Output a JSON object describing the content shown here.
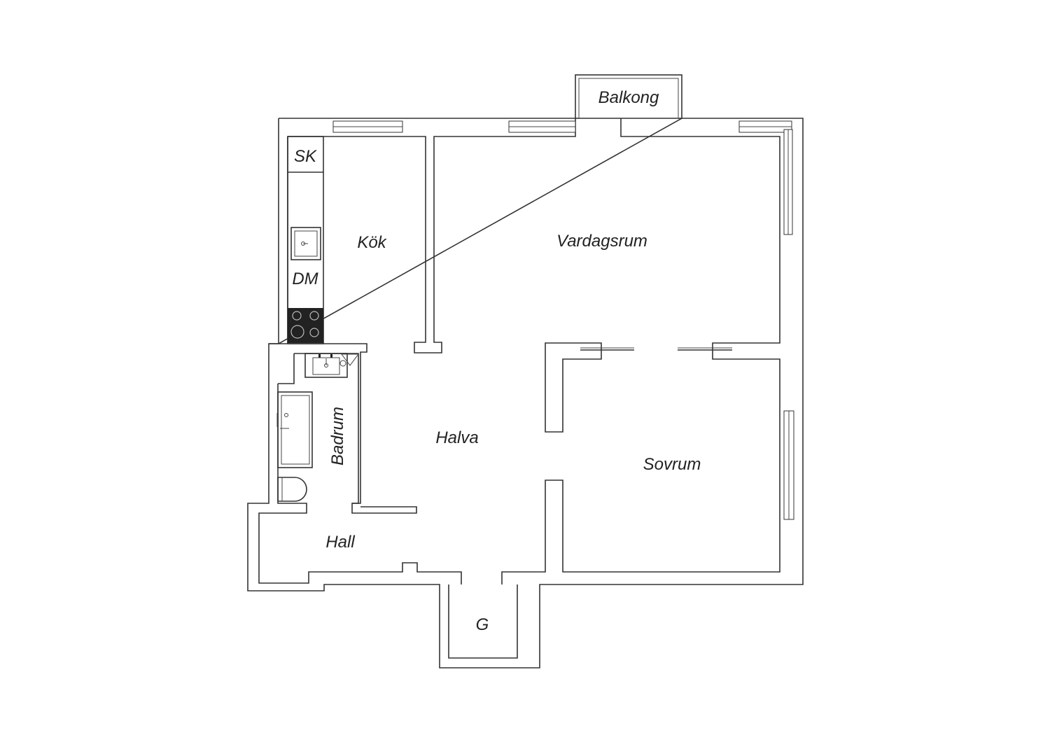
{
  "rooms": {
    "balkong": "Balkong",
    "sk": "SK",
    "kok": "Kök",
    "dm": "DM",
    "vardagsrum": "Vardagsrum",
    "badrum": "Badrum",
    "halva": "Halva",
    "sovrum": "Sovrum",
    "hall": "Hall",
    "g": "G"
  },
  "colors": {
    "line": "#333333",
    "stove": "#222222",
    "background": "#ffffff"
  }
}
